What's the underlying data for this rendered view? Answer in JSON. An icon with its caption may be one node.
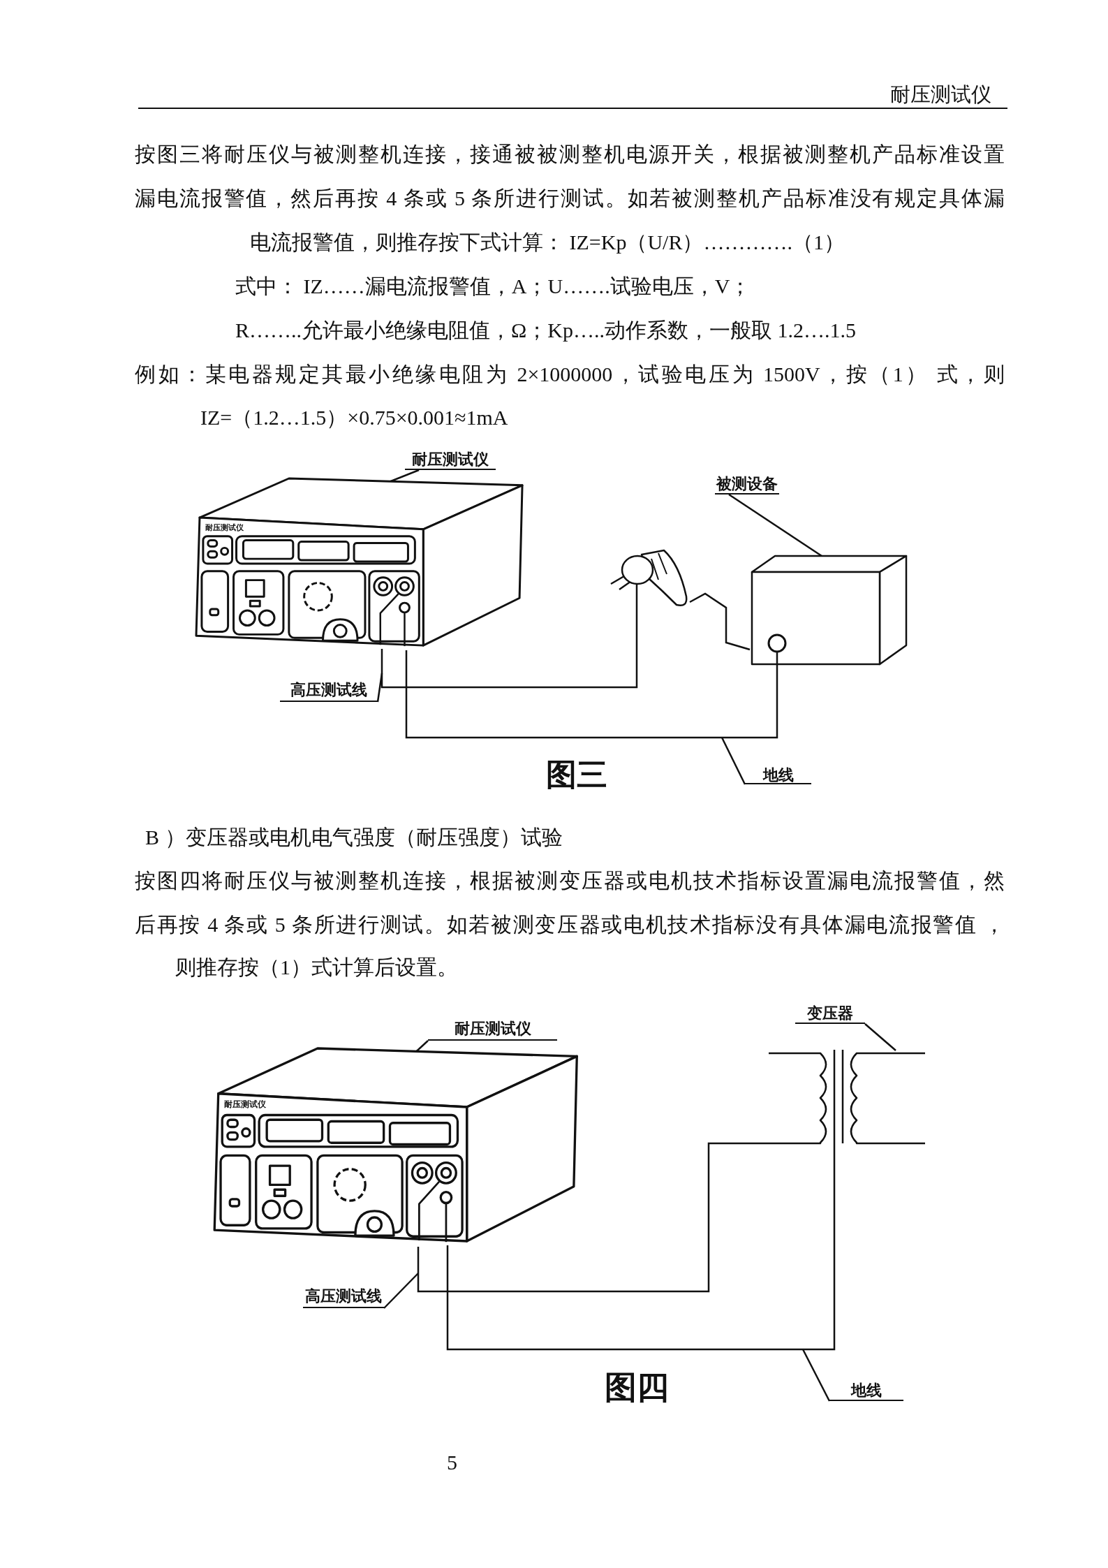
{
  "diagram": {
    "nodes": [
      {
        "text": [
          "耐压测试仪"
        ]
      },
      {
        "text": [],
        "shape": "picture"
      },
      {
        "text": [],
        "shape": "box"
      },
      {
        "text": [
          "耐压测试仪"
        ]
      },
      {
        "text": [
          "被测设备"
        ]
      },
      {
        "text": [
          "高压测试线"
        ]
      },
      {
        "text": [
          "地线"
        ]
      },
      {
        "text": [
          "耐压测试仪"
        ]
      },
      {
        "text": [],
        "shape": "picture"
      },
      {
        "text": [
          "耐压测试仪"
        ]
      },
      {
        "text": [
          "变压器"
        ]
      },
      {
        "text": [
          "高压测试线"
        ]
      },
      {
        "text": [
          "地线"
        ]
      }
    ],
    "edges": [
      {
        "from": 0,
        "to": 1,
        "arrow": "none"
      },
      {
        "from": 0,
        "to": 2,
        "arrow": "none"
      },
      {
        "from": 1,
        "to": 2,
        "arrow": "none"
      },
      {
        "from": 3,
        "to": 0,
        "arrow": "none"
      },
      {
        "from": 4,
        "to": 2,
        "arrow": "none"
      },
      {
        "from": 5,
        "to": null,
        "arrow": "none"
      },
      {
        "from": 6,
        "to": null,
        "arrow": "none"
      },
      {
        "from": 7,
        "to": 8,
        "arrow": "none"
      },
      {
        "from": 7,
        "to": 8,
        "arrow": "none"
      },
      {
        "from": 10,
        "to": 8,
        "arrow": "none"
      },
      {
        "from": 9,
        "to": 7,
        "arrow": "none"
      },
      {
        "from": 11,
        "to": null,
        "arrow": "none"
      },
      {
        "from": 12,
        "to": null,
        "arrow": "none"
      }
    ],
    "labels": [
      "耐压测试仪",
      "按图三将耐压仪与被测整机连接，接通被被测整机电源开关，根据被测整机产品标准设置",
      "漏电流报警值，然后再按 4 条或 5 条所进行测试。如若被测整机产品标准没有规定具体漏",
      "电流报警值，则推存按下式计算： IZ=Kp（U/R）………….（1）",
      "式中： IZ……漏电流报警值，A；U…….试验电压，V；",
      "R……..允许最小绝缘电阻值，Ω；Kp…..动作系数，一般取 1.2….1.5",
      "例如：某电器规定其最小绝缘电阻为 2×1000000，试验电压为 1500V，按（1） 式，则",
      "IZ=（1.2…1.5）×0.75×0.001≈1mA",
      "图三",
      "B ）变压器或电机电气强度（耐压强度）试验",
      "按图四将耐压仪与被测整机连接，根据被测变压器或电机技术指标设置漏电流报警值，然",
      "后再按 4 条或 5 条所进行测试。如若被测变压器或电机技术指标没有具体漏电流报警值 ，",
      "则推存按（1）式计算后设置。",
      "图四",
      "5"
    ]
  }
}
